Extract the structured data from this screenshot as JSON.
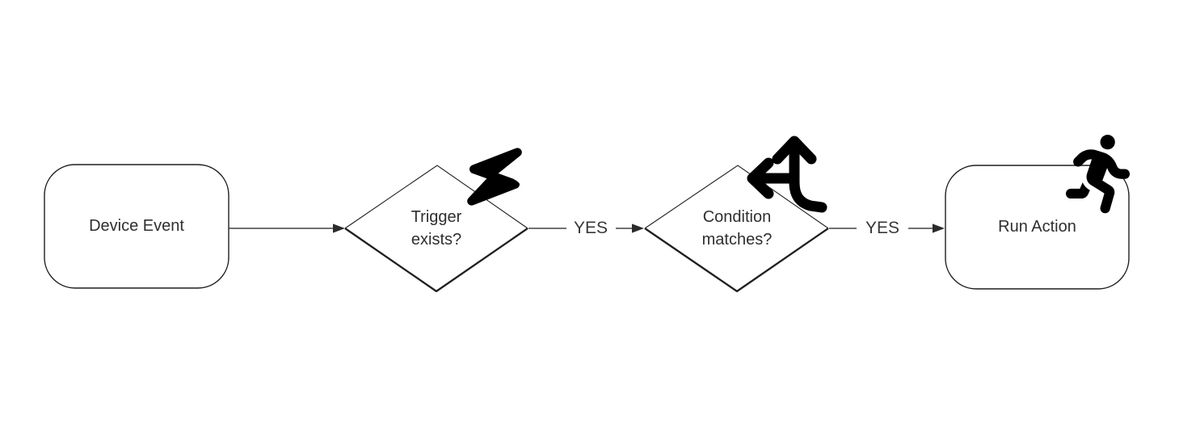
{
  "diagram": {
    "background_color": "#ffffff",
    "shape_stroke_color": "#1f1f1f",
    "connector_color": "#424242",
    "text_color": "#2f2f2f",
    "icon_color": "#000000",
    "nodes": [
      {
        "id": "device-event",
        "shape": "rounded-rectangle",
        "label": "Device Event"
      },
      {
        "id": "trigger-exists",
        "shape": "diamond",
        "label": "Trigger exists?",
        "icon": "bolt-icon"
      },
      {
        "id": "condition-matches",
        "shape": "diamond",
        "label": "Condition matches?",
        "icon": "split-arrows-icon"
      },
      {
        "id": "run-action",
        "shape": "rounded-rectangle",
        "label": "Run Action",
        "icon": "person-running-icon"
      }
    ],
    "edges": [
      {
        "from": "device-event",
        "to": "trigger-exists",
        "label": ""
      },
      {
        "from": "trigger-exists",
        "to": "condition-matches",
        "label": "YES"
      },
      {
        "from": "condition-matches",
        "to": "run-action",
        "label": "YES"
      }
    ]
  }
}
